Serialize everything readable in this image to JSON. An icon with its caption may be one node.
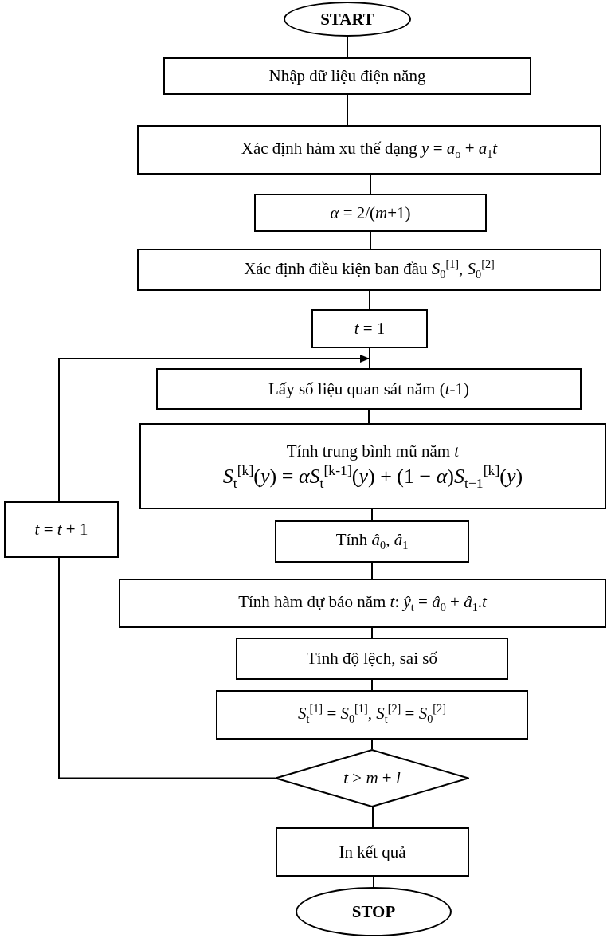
{
  "diagram": {
    "nodes": [
      {
        "text": [
          "START"
        ]
      },
      {
        "text": [
          "Nhập dữ liệu điện năng"
        ]
      },
      {
        "text": [
          "Xác định hàm xu thế dạng *y* = *a*$_{o}$ + *a*$_{1}$*t*"
        ]
      },
      {
        "text": [
          "*α* = 2/(*m*+1)"
        ]
      },
      {
        "text": [
          "Xác định điều kiện ban đầu *S*$_{0}$$^{[1]}$, *S*$_{0}$$^{[2]}$"
        ]
      },
      {
        "text": [
          "*t* = 1"
        ]
      },
      {
        "text": [
          "Lấy số liệu quan sát năm (*t*-1)"
        ]
      },
      {
        "text": [
          "Tính trung bình mũ năm *t*",
          "*S*$_{t}$$^{[k]}$(*y*) = *αS*$_{t}$$^{[k-1]}$(*y*) + (1 − *α*)*S*$_{t−1}$$^{[k]}$(*y*)"
        ]
      },
      {
        "text": [
          "Tính *â*$_{0}$, *â*$_{1}$"
        ]
      },
      {
        "text": [
          "Tính hàm dự báo năm *t*:  *ŷ*$_{t}$ = *â*$_{0}$ + *â*$_{1}$.*t*"
        ]
      },
      {
        "text": [
          "Tính độ lệch, sai số"
        ]
      },
      {
        "text": [
          "*S*$_{t}$$^{[1]}$ = *S*$_{0}$$^{[1]}$, *S*$_{t}$$^{[2]}$ = *S*$_{0}$$^{[2]}$"
        ]
      },
      {
        "text": [
          "*t* > *m* + *l*"
        ]
      },
      {
        "text": [
          "In kết quả"
        ]
      },
      {
        "text": [
          "STOP"
        ]
      },
      {
        "text": [
          "*t* = *t* + 1"
        ]
      }
    ],
    "edges": [
      {
        "from": 0,
        "to": 1,
        "arrow": "none"
      },
      {
        "from": 1,
        "to": 2,
        "arrow": "none"
      },
      {
        "from": 2,
        "to": 3,
        "arrow": "none"
      },
      {
        "from": 3,
        "to": 4,
        "arrow": "none"
      },
      {
        "from": 4,
        "to": 5,
        "arrow": "none"
      },
      {
        "from": 5,
        "to": 6,
        "arrow": "none"
      },
      {
        "from": 6,
        "to": 7,
        "arrow": "none"
      },
      {
        "from": 7,
        "to": 8,
        "arrow": "none"
      },
      {
        "from": 8,
        "to": 9,
        "arrow": "none"
      },
      {
        "from": 9,
        "to": 10,
        "arrow": "none"
      },
      {
        "from": 10,
        "to": 11,
        "arrow": "none"
      },
      {
        "from": 11,
        "to": 12,
        "arrow": "none"
      },
      {
        "from": 12,
        "to": 13,
        "arrow": "none"
      },
      {
        "from": 13,
        "to": 14,
        "arrow": "none"
      },
      {
        "from": 12,
        "to": 15,
        "arrow": "none"
      },
      {
        "from": 15,
        "to": 6,
        "arrow": "to"
      }
    ]
  }
}
